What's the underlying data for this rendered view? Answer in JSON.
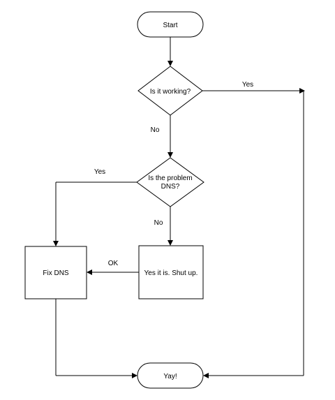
{
  "diagram": {
    "nodes": {
      "start": "Start",
      "decision_working": "Is it working?",
      "decision_dns_line1": "Is the problem",
      "decision_dns_line2": "DNS?",
      "process_yes_it_is": "Yes it is. Shut up.",
      "process_fix_dns": "Fix DNS",
      "end": "Yay!"
    },
    "edges": {
      "working_yes": "Yes",
      "working_no": "No",
      "dns_yes": "Yes",
      "dns_no": "No",
      "shutup_to_fix": "OK"
    }
  }
}
